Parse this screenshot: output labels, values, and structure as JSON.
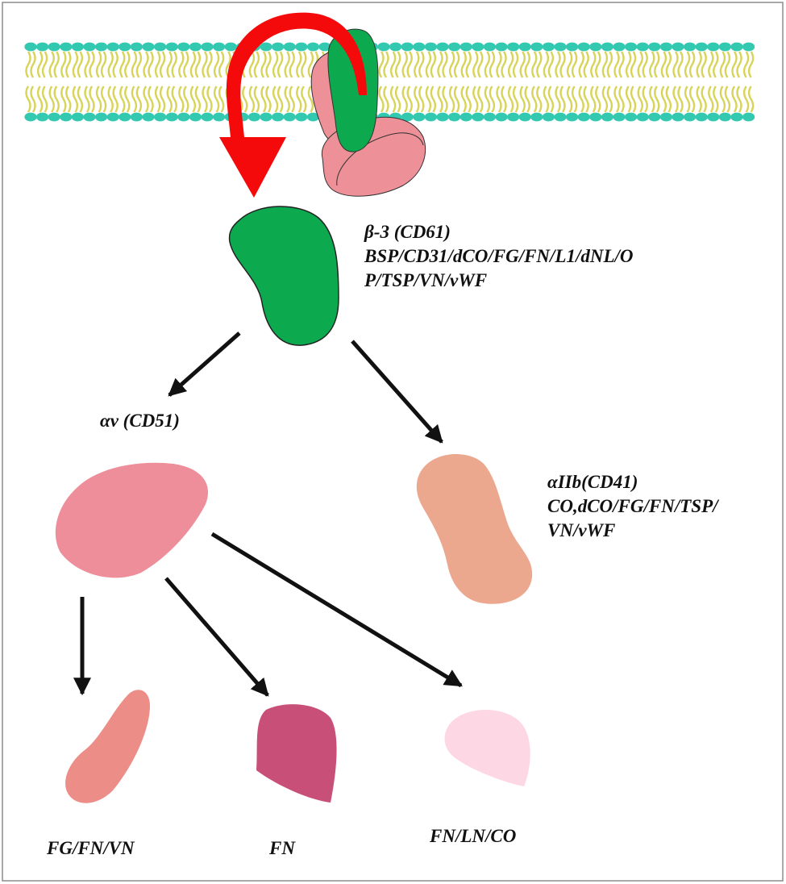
{
  "colors": {
    "membrane_head": "#33c9b1",
    "membrane_tail": "#d8d45a",
    "beta3": "#0ca94f",
    "alpha_v": "#ee8e9a",
    "alpha_iib": "#eca88e",
    "ligand_fg_fn_vn": "#ec8e87",
    "ligand_fn": "#c84f77",
    "ligand_fn_ln_co": "#fdd7e3",
    "transport_arrow": "#f40a0a",
    "complex_pink": "#ee9098",
    "arrows": "#111111",
    "border": "#8c8c8c"
  },
  "labels": {
    "beta3": {
      "lines": [
        "β-3 (CD61)",
        "BSP/CD31/dCO/FG/FN/L1/dNL/O",
        "P/TSP/VN/vWF"
      ]
    },
    "alpha_v": {
      "lines": [
        "αv (CD51)"
      ]
    },
    "alpha_iib": {
      "lines": [
        "αIIb(CD41)",
        "CO,dCO/FG/FN/TSP/",
        "VN/vWF"
      ]
    },
    "ligand_1": {
      "lines": [
        "FG/FN/VN"
      ]
    },
    "ligand_2": {
      "lines": [
        "FN"
      ]
    },
    "ligand_3": {
      "lines": [
        "FN/LN/CO"
      ]
    }
  }
}
